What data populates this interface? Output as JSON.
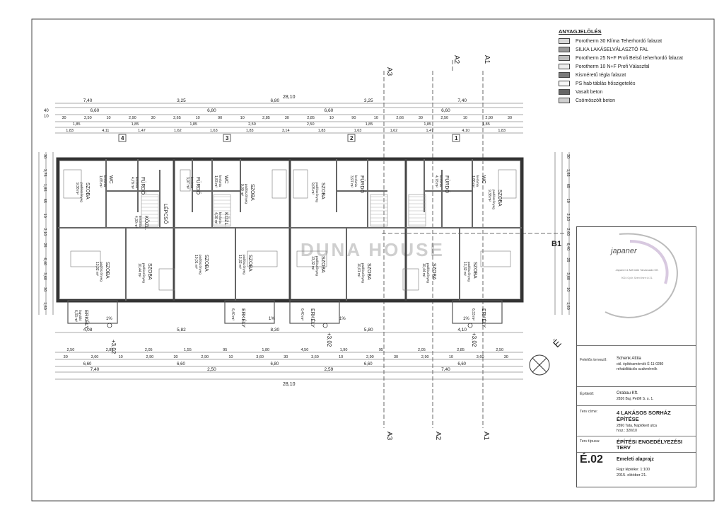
{
  "legend": {
    "title": "ANYAGJELÖLÉS",
    "items": [
      {
        "label": "Porotherm 30 Klíma Teherhordó falazat",
        "color": "#d8d8d8"
      },
      {
        "label": "SILKA LAKÁSELVÁLASZTÓ FAL",
        "color": "#9a9a9a"
      },
      {
        "label": "Porotherm 25 N+F Profi Belső teherhordó falazat",
        "color": "#bdbdbd"
      },
      {
        "label": "Porotherm 10 N+F Profi Válaszfal",
        "color": "#efefef"
      },
      {
        "label": "Kisméretű tégla falazat",
        "color": "#7a7a7a"
      },
      {
        "label": "PS hab táblás hőszigetelés",
        "color": "#f7f7f7"
      },
      {
        "label": "Vasalt beton",
        "color": "#666666"
      },
      {
        "label": "Csömöszölt beton",
        "color": "#cfcfcf"
      }
    ]
  },
  "sections": {
    "a1": "A1",
    "a2": "A2",
    "a3": "A3",
    "b1": "B1"
  },
  "units": [
    "1",
    "2",
    "3",
    "4"
  ],
  "top_dims": {
    "row1": [
      "7,40",
      "3,25",
      "6,80",
      "3,25",
      "7,40"
    ],
    "total": "28,10",
    "row2": [
      "6,60",
      "6,80",
      "6,60",
      "6,60"
    ],
    "row3": [
      "30",
      "2,50",
      "10",
      "2,90",
      "30",
      "2,65",
      "10",
      "90",
      "10",
      "2,85",
      "30",
      "2,85",
      "10",
      "90",
      "10",
      "2,66",
      "30",
      "2,50",
      "10",
      "2,90",
      "30"
    ],
    "row4": [
      "1,85",
      "1,85",
      "1,85",
      "2,50",
      "2,50",
      "1,85",
      "1,85",
      "1,85"
    ],
    "row5": [
      "1,83",
      "4,11",
      "1,47",
      "1,62",
      "1,63",
      "1,83",
      "3,14",
      "1,83",
      "1,63",
      "1,62",
      "1,47",
      "4,10",
      "1,83"
    ],
    "left40": "40",
    "left10": "10"
  },
  "bottom_dims": {
    "row1": [
      "4,08",
      "5,82",
      "8,30",
      "5,80",
      "4,10"
    ],
    "row2": [
      "2,50",
      "2,85",
      "2,05",
      "1,55",
      "95",
      "1,80",
      "4,50",
      "1,90",
      "95",
      "2,05",
      "2,85",
      "2,50"
    ],
    "row3": [
      "30",
      "3,60",
      "10",
      "2,90",
      "30",
      "2,90",
      "10",
      "3,60",
      "30",
      "3,60",
      "10",
      "2,90",
      "30",
      "2,90",
      "10",
      "3,60",
      "30"
    ],
    "row4": [
      "6,60",
      "6,60",
      "6,80",
      "6,60",
      "6,60"
    ],
    "row5": [
      "7,40",
      "2,50",
      "2,59",
      "7,40"
    ],
    "total": "28,10"
  },
  "side_dims_left": [
    "30",
    "3,75",
    "1,85",
    "65",
    "10",
    "2,10",
    "25",
    "6,40",
    "3,60",
    "30",
    "1,60"
  ],
  "side_dims_right": [
    "30",
    "1,85",
    "65",
    "10",
    "2,10",
    "2,60",
    "6,40",
    "25",
    "3,60",
    "10",
    "1,60"
  ],
  "elevations": [
    "+3,02",
    "+3,02",
    "+3,02"
  ],
  "rooms": [
    {
      "name": "SZOBA",
      "sub": "padlószőnyeg",
      "area": "9,38 m²"
    },
    {
      "name": "WC",
      "sub": "kerámia",
      "area": "1,65 m²"
    },
    {
      "name": "FÜRDŐ",
      "sub": "kerámia",
      "area": "4,78 m²"
    },
    {
      "name": "LÉPCSŐ",
      "sub": "",
      "area": ""
    },
    {
      "name": "KÖZL.",
      "sub": "kerámia",
      "area": "4,30 m²"
    },
    {
      "name": "SZOBA",
      "sub": "padlószőnyeg",
      "area": "13,32 m²"
    },
    {
      "name": "SZOBA",
      "sub": "padlószőnyeg",
      "area": "10,44 m²"
    },
    {
      "name": "ERKÉLY",
      "sub": "fagyálló",
      "area": "6,33 m²"
    },
    {
      "name": "FÜRDŐ",
      "sub": "kerámia",
      "area": "3,97 m²"
    },
    {
      "name": "WC",
      "sub": "kerámia",
      "area": "1,83 m²"
    },
    {
      "name": "SZOBA",
      "sub": "padlószőnyeg",
      "area": "9,09 m²"
    },
    {
      "name": "KÖZL.",
      "sub": "kerámia",
      "area": "4,30 m²"
    },
    {
      "name": "SZOBA",
      "sub": "padlószőnyeg",
      "area": "10,01 m²"
    },
    {
      "name": "SZOBA",
      "sub": "padlószőnyeg",
      "area": "13,32 m²"
    },
    {
      "name": "ERKÉLY",
      "sub": "",
      "area": "6,40 m²"
    },
    {
      "name": "SZOBA",
      "sub": "padlószőnyeg",
      "area": "9,05 m²"
    },
    {
      "name": "FÜRDŐ",
      "sub": "kerámia",
      "area": "3,97 m²"
    },
    {
      "name": "SZOBA",
      "sub": "padlószőnyeg",
      "area": "13,32 m²"
    },
    {
      "name": "SZOBA",
      "sub": "padlószőnyeg",
      "area": "10,01 m²"
    },
    {
      "name": "ERKÉLY",
      "sub": "",
      "area": "6,40 m²"
    },
    {
      "name": "SZOBA",
      "sub": "padlószőnyeg",
      "area": "10,44 m²"
    },
    {
      "name": "FÜRDŐ",
      "sub": "kerámia",
      "area": "4,78 m²"
    },
    {
      "name": "WC",
      "sub": "kerámia",
      "area": "1,86 m²"
    },
    {
      "name": "SZOBA",
      "sub": "padlószőnyeg",
      "area": "9,38 m²"
    },
    {
      "name": "SZOBA",
      "sub": "padlószőnyeg",
      "area": "13,32 m²"
    },
    {
      "name": "ERKÉLY",
      "sub": "",
      "area": "6,33 m²"
    }
  ],
  "slope": "1%",
  "watermark": "DUNA HOUSE",
  "title_block": {
    "logo": "japaner",
    "company": "Japaner & Mérnöki Tanácsadó Kft.",
    "address": "9024 Győr, Szent Imre út 21.",
    "designer_label": "Felelős tervező:",
    "designer_name": "Schenk Attila",
    "designer_cert": "okl. építészmérnök É-11-0280",
    "designer_note": "rehabilitációs szakmérnök",
    "client_label": "Építtető:",
    "client_name": "Orabau Kft.",
    "client_addr": "2836 Baj, Petőfi S. u. 1.",
    "title_label": "Terv címe:",
    "title_1": "4 LAKÁSOS SORHÁZ",
    "title_2": "ÉPÍTÉSE",
    "title_addr": "2890 Tata, Naplókert utca",
    "title_hrsz": "hrsz.: 320/10",
    "type_label": "Terv típusa:",
    "type_1": "ÉPÍTÉSI ENGEDÉLYEZÉSI",
    "type_2": "TERV",
    "sheet_no": "É.02",
    "sheet_name": "Emeleti alaprajz",
    "scale": "Rajz léptéke:  1:100",
    "date": "2015. október 21."
  }
}
